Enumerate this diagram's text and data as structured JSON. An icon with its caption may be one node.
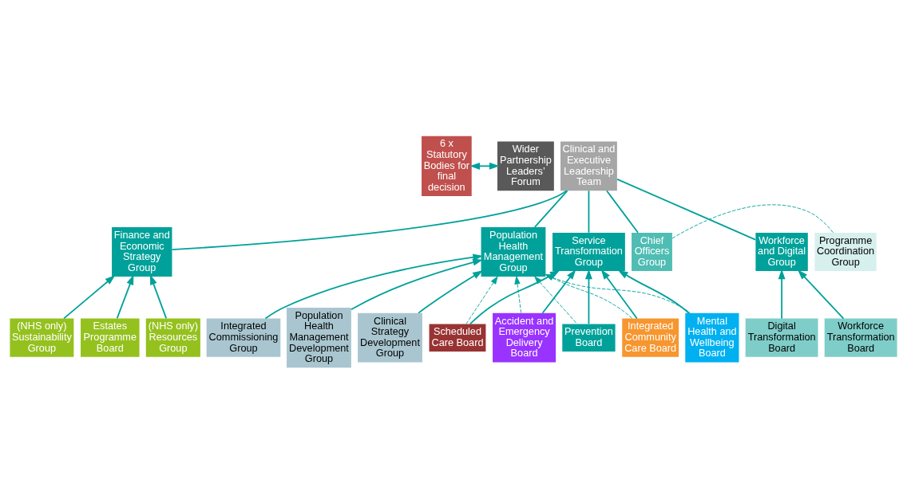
{
  "diagram": {
    "nodes": [
      {
        "text": [
          "6 x Statutory Bodies for final decision"
        ]
      },
      {
        "text": [
          "Wider Partnership Leaders’ Forum"
        ]
      },
      {
        "text": [
          "Clinical and Executive Leadership Team"
        ]
      },
      {
        "text": [
          "Chief Officers Group"
        ]
      },
      {
        "text": [
          "Programme Coordination Group"
        ]
      },
      {
        "text": [
          "Workforce and Digital Group"
        ]
      },
      {
        "text": [
          "Finance and Economic Strategy Group"
        ]
      },
      {
        "text": [
          "Population Health Management Group"
        ]
      },
      {
        "text": [
          "Service Transformation Group"
        ]
      },
      {
        "text": [
          "Workforce Transformation Board"
        ]
      },
      {
        "text": [
          "Digital Transformation Board"
        ]
      },
      {
        "text": [
          "(NHS only) Resources Group"
        ]
      },
      {
        "text": [
          "(NHS only) Sustainability Group"
        ]
      },
      {
        "text": [
          "Estates Programme Board"
        ]
      },
      {
        "text": [
          "Clinical Strategy Development Group"
        ]
      },
      {
        "text": [
          "Integrated Commissioning Group"
        ]
      },
      {
        "text": [
          "Population Health Management Development Group"
        ]
      },
      {
        "text": [
          "Prevention Board"
        ]
      },
      {
        "text": [
          "Integrated Community Care Board"
        ]
      },
      {
        "text": [
          "Mental Health and Wellbeing Board"
        ]
      },
      {
        "text": [
          "Scheduled Care Board"
        ]
      },
      {
        "text": [
          "Accident and Emergency Delivery Board"
        ]
      }
    ],
    "edges": [
      {
        "from": 0,
        "to": 1,
        "arrow": "both"
      },
      {
        "from": 2,
        "to": 3,
        "arrow": "none"
      },
      {
        "from": 3,
        "to": 4,
        "arrow": "none",
        "style": "dashed"
      },
      {
        "from": 2,
        "to": 5,
        "arrow": "none"
      },
      {
        "from": 2,
        "to": 6,
        "arrow": "none"
      },
      {
        "from": 2,
        "to": 7,
        "arrow": "none"
      },
      {
        "from": 2,
        "to": 8,
        "arrow": "none"
      },
      {
        "from": 9,
        "to": 5,
        "arrow": "to"
      },
      {
        "from": 10,
        "to": 5,
        "arrow": "to"
      },
      {
        "from": 11,
        "to": 6,
        "arrow": "to"
      },
      {
        "from": 12,
        "to": 6,
        "arrow": "to"
      },
      {
        "from": 13,
        "to": 6,
        "arrow": "to"
      },
      {
        "from": 14,
        "to": 7,
        "arrow": "to"
      },
      {
        "from": 15,
        "to": 7,
        "arrow": "to"
      },
      {
        "from": 16,
        "to": 7,
        "arrow": "to"
      },
      {
        "from": 17,
        "to": 8,
        "arrow": "to"
      },
      {
        "from": 18,
        "to": 8,
        "arrow": "to"
      },
      {
        "from": 19,
        "to": 8,
        "arrow": "to"
      },
      {
        "from": 20,
        "to": 8,
        "arrow": "to"
      },
      {
        "from": 21,
        "to": 8,
        "arrow": "to"
      },
      {
        "from": 17,
        "to": 7,
        "arrow": "to",
        "style": "dashed"
      },
      {
        "from": 18,
        "to": 7,
        "arrow": "to",
        "style": "dashed"
      },
      {
        "from": 19,
        "to": 7,
        "arrow": "to",
        "style": "dashed"
      },
      {
        "from": 20,
        "to": 7,
        "arrow": "to",
        "style": "dashed"
      },
      {
        "from": 21,
        "to": 7,
        "arrow": "to",
        "style": "dashed"
      }
    ]
  }
}
